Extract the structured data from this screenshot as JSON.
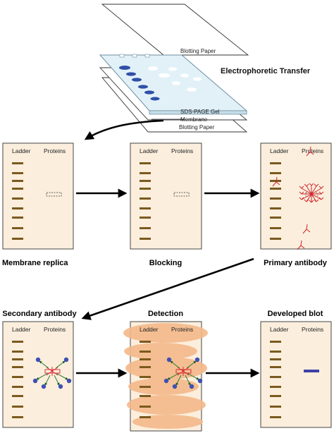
{
  "title": "Electrophoretic Transfer",
  "stack_labels": {
    "top_paper": "Blotting Paper",
    "gel": "SDS-PAGE Gel",
    "membrane": "Membrane",
    "bottom_paper": "Blotting Paper"
  },
  "lane_headers": {
    "ladder": "Ladder",
    "proteins": "Proteins"
  },
  "panels": [
    {
      "caption": "Membrane replica"
    },
    {
      "caption": "Blocking"
    },
    {
      "caption": "Primary antibody"
    },
    {
      "caption": "Secondary antibody"
    },
    {
      "caption": "Detection"
    },
    {
      "caption": "Developed blot"
    }
  ],
  "colors": {
    "membrane_fill": "#fbeedd",
    "ladder_band": "#7a5a1e",
    "primary_antibody": "#d2232a",
    "secondary_antibody": "#2e7d32",
    "enzyme_dot": "#3f4fb5",
    "detection_blob": "#f4b98a",
    "developed_band": "#3f3fa8",
    "gel_fill": "#e2f1f8",
    "gel_spot_blue": "#2f4fa8",
    "arrow": "#000000"
  }
}
